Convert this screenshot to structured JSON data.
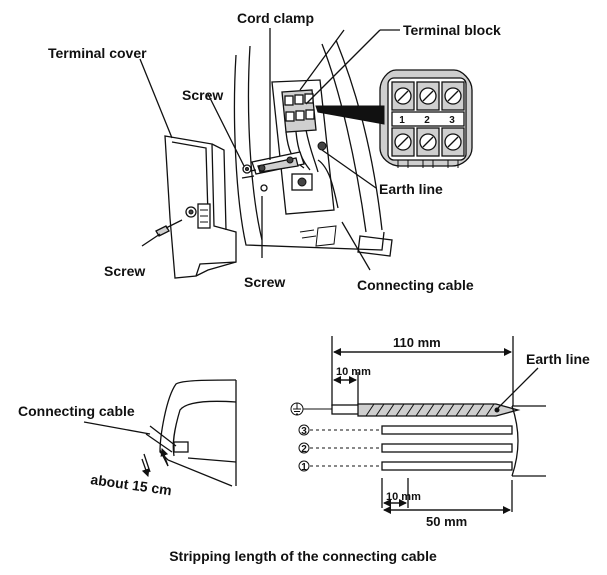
{
  "labels": {
    "cord_clamp": "Cord clamp",
    "terminal_block": "Terminal block",
    "terminal_cover": "Terminal cover",
    "screw_top": "Screw",
    "screw_left": "Screw",
    "screw_bottom": "Screw",
    "earth_line_top": "Earth line",
    "connecting_cable_top": "Connecting cable",
    "connecting_cable_left": "Connecting cable",
    "earth_line_right": "Earth line"
  },
  "terminal_numbers": [
    "1",
    "2",
    "3"
  ],
  "conductor_markers": [
    "3",
    "2",
    "1"
  ],
  "dimensions": {
    "total": "110 mm",
    "earth_strip": "10 mm",
    "conductor_strip": "10 mm",
    "sheath": "50 mm",
    "cable_length": "about 15 cm"
  },
  "caption": "Stripping length of the connecting cable"
}
